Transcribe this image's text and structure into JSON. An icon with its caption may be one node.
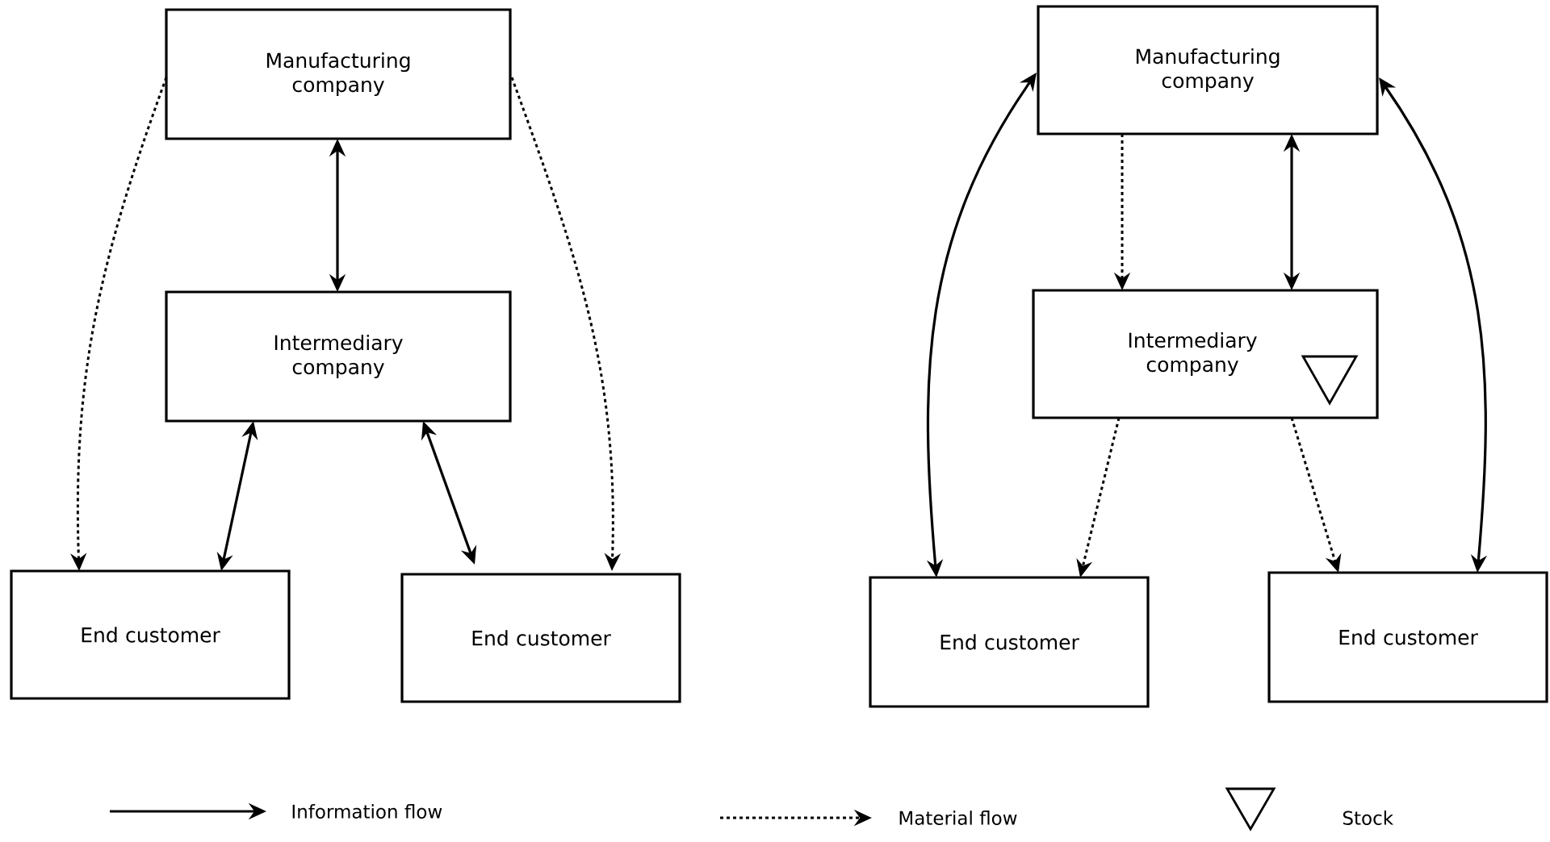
{
  "diagram": {
    "nodes": [
      {
        "text": [
          "Manufacturing company"
        ]
      },
      {
        "text": [
          "Intermediary company"
        ]
      },
      {
        "text": [
          "End customer"
        ]
      },
      {
        "text": [
          "End customer"
        ]
      },
      {
        "text": [
          "Manufacturing company"
        ]
      },
      {
        "text": [
          "Intermediary company"
        ]
      },
      {
        "text": [
          "End customer"
        ]
      },
      {
        "text": [
          "End customer"
        ]
      }
    ],
    "edges": [
      {
        "from": 0,
        "to": 2,
        "arrow": "to",
        "style": "dashed"
      },
      {
        "from": 0,
        "to": 1,
        "arrow": "both"
      },
      {
        "from": 0,
        "to": 3,
        "arrow": "to",
        "style": "dashed"
      },
      {
        "from": 1,
        "to": 2,
        "arrow": "both"
      },
      {
        "from": 1,
        "to": 3,
        "arrow": "both"
      },
      {
        "from": 4,
        "to": 6,
        "arrow": "both"
      },
      {
        "from": 4,
        "to": 5,
        "arrow": "to",
        "style": "dashed"
      },
      {
        "from": 4,
        "to": 5,
        "arrow": "both"
      },
      {
        "from": 4,
        "to": 7,
        "arrow": "both"
      },
      {
        "from": 5,
        "to": 6,
        "arrow": "to",
        "style": "dashed"
      },
      {
        "from": 5,
        "to": 7,
        "arrow": "to",
        "style": "dashed"
      }
    ],
    "legend": [
      {
        "text": "Information flow"
      },
      {
        "text": "Material flow"
      },
      {
        "text": "Stock"
      }
    ]
  }
}
